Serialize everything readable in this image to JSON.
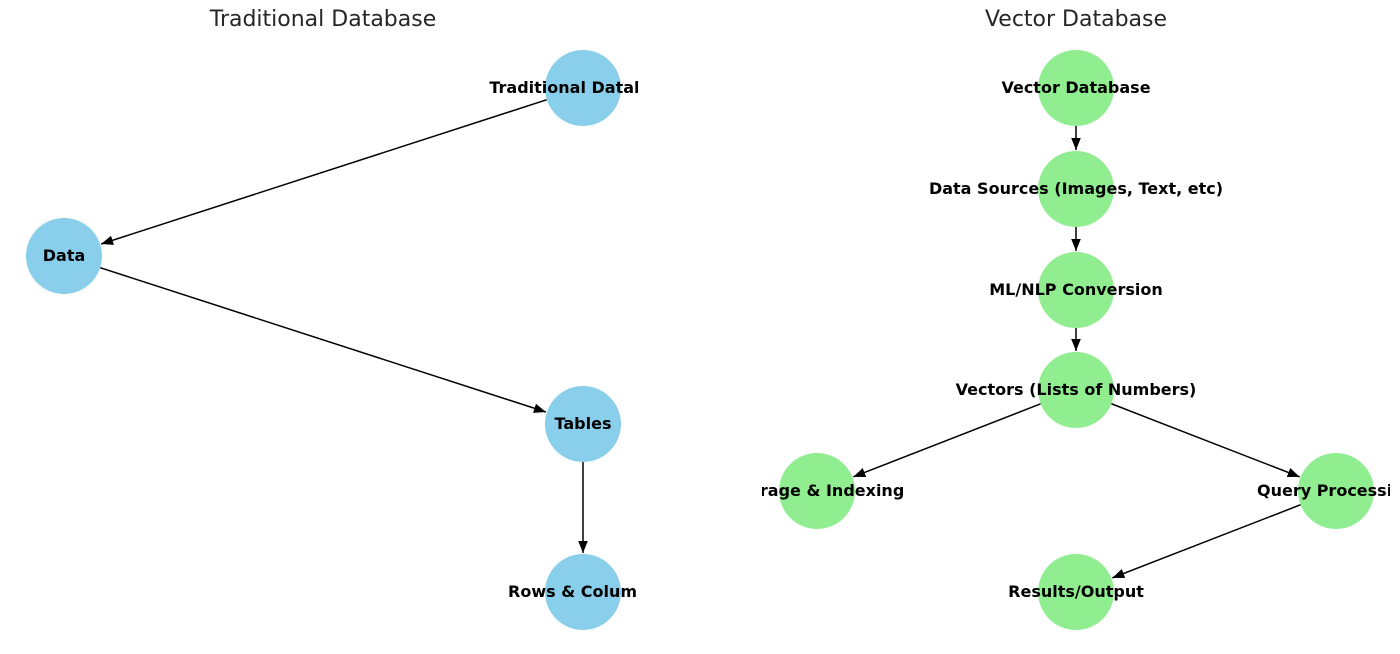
{
  "colors": {
    "traditional_node": "#89CFEB",
    "vector_node": "#90EE90",
    "edge": "#000000",
    "title": "#262626"
  },
  "panels": {
    "traditional": {
      "title": "Traditional Database",
      "nodes": {
        "db": "Traditional Database",
        "data": "Data",
        "tables": "Tables",
        "rows": "Rows & Columns"
      },
      "edges": [
        [
          "db",
          "data"
        ],
        [
          "data",
          "tables"
        ],
        [
          "tables",
          "rows"
        ]
      ]
    },
    "vector": {
      "title": "Vector Database",
      "nodes": {
        "db": "Vector Database",
        "sources": "Data Sources (Images, Text, etc)",
        "conversion": "ML/NLP Conversion",
        "vectors": "Vectors (Lists of Numbers)",
        "storage": "Storage & Indexing",
        "query": "Query Processing",
        "results": "Results/Output"
      },
      "edges": [
        [
          "db",
          "sources"
        ],
        [
          "sources",
          "conversion"
        ],
        [
          "conversion",
          "vectors"
        ],
        [
          "vectors",
          "storage"
        ],
        [
          "vectors",
          "query"
        ],
        [
          "query",
          "results"
        ]
      ]
    }
  }
}
